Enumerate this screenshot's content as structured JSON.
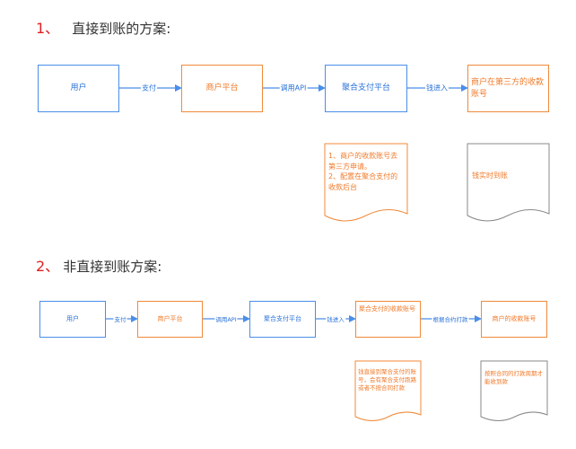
{
  "section1": {
    "number": "1、",
    "title": "直接到账的方案:",
    "nodes": {
      "user": "用户",
      "merchant": "商户平台",
      "aggregator": "聚合支付平台",
      "third_party": "商户在第三方的收款账号"
    },
    "edges": {
      "pay": "支付",
      "call_api": "调用API",
      "money_in": "钱进入"
    },
    "notes": {
      "aggregator_note_1": "1、商户的收款账号去第三方申请。",
      "aggregator_note_2": "2、配置在聚合支付的收款后台",
      "third_party_note": "钱实时到账"
    }
  },
  "section2": {
    "number": "2、",
    "title": "非直接到账方案:",
    "nodes": {
      "user": "用户",
      "merchant": "商户平台",
      "aggregator": "聚合支付平台",
      "aggregator_account": "聚合支付的收款账号",
      "merchant_account": "商户的收款账号"
    },
    "edges": {
      "pay": "支付",
      "call_api": "调用API",
      "money_in": "钱进入",
      "settle": "根据合约打款"
    },
    "notes": {
      "aggregator_account_note": "钱直接到聚合支付的账号，会有聚合支付跑路或者不按合同打款",
      "merchant_account_note": "按照合同的打款周期才能收到款"
    }
  },
  "colors": {
    "title_number": "#e02020",
    "blue_node": "#4a8ee8",
    "orange_node": "#f08a3a",
    "arrow": "#4a8ee8"
  }
}
